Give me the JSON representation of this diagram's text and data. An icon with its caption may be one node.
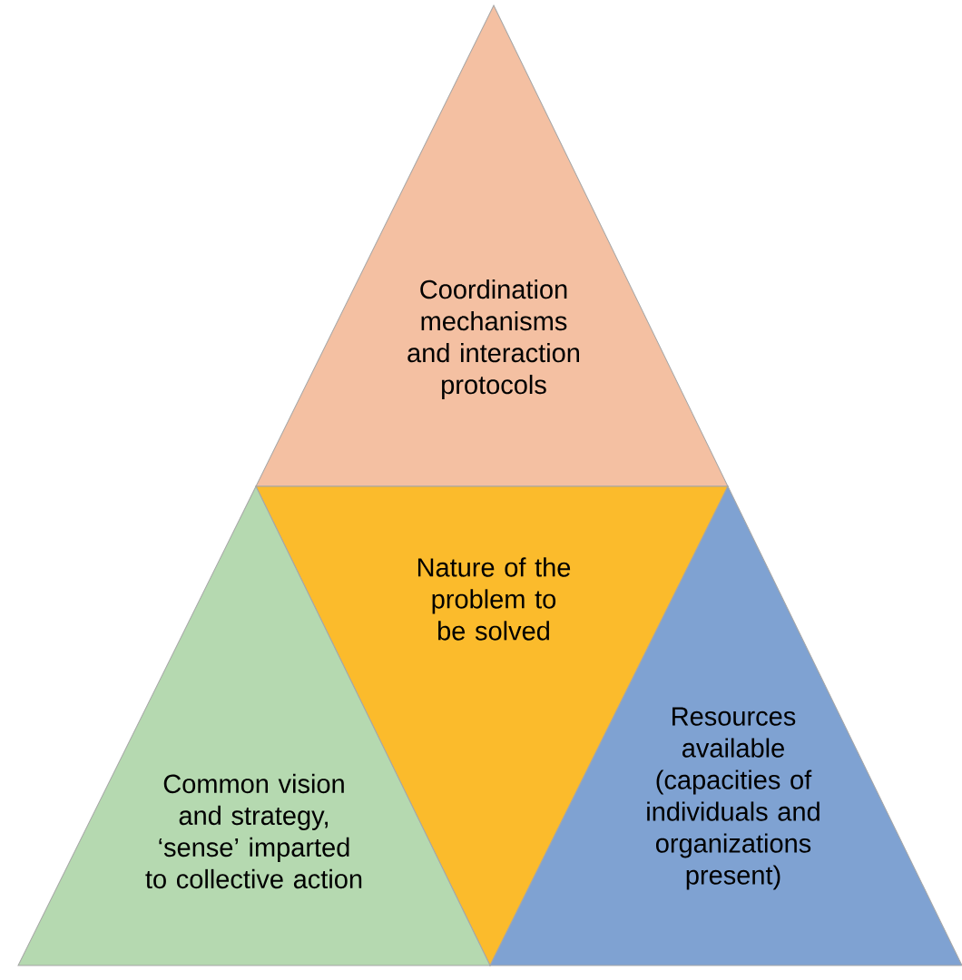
{
  "diagram": {
    "nodes": [
      {
        "text": [
          "Coordination mechanisms and interaction protocols"
        ]
      },
      {
        "text": [
          "Nature of the problem to be solved"
        ]
      },
      {
        "text": [
          "Common vision and strategy, ‘sense’ imparted to collective action"
        ]
      },
      {
        "text": [
          "Resources available (capacities of individuals and organizations present)"
        ]
      }
    ]
  }
}
